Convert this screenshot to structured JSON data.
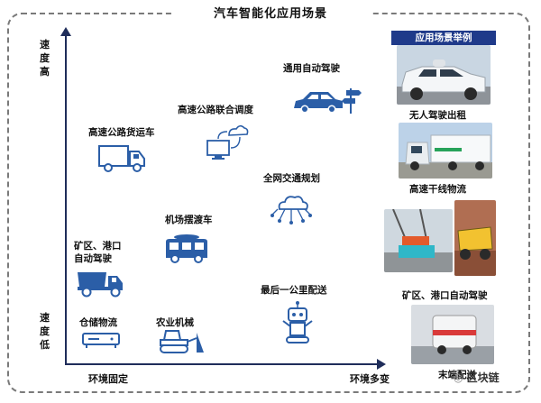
{
  "title": "汽车智能化应用场景",
  "axes": {
    "y_high": "速度高",
    "y_low": "速度低",
    "x_low": "环境固定",
    "x_high": "环境多变"
  },
  "scenarios": {
    "general_autonomous": "通用自动驾驶",
    "highway_coordination": "高速公路联合调度",
    "highway_freight": "高速公路货运车",
    "network_traffic": "全网交通规划",
    "airport_shuttle": "机场摆渡车",
    "mining_port_l1": "矿区、港口",
    "mining_port_l2": "自动驾驶",
    "last_mile": "最后一公里配送",
    "warehouse": "仓储物流",
    "agriculture": "农业机械"
  },
  "examples": {
    "header": "应用场景举例",
    "robotaxi": "无人驾驶出租",
    "trunk_logistics": "高速干线物流",
    "mining_port": "矿区、港口自动驾驶",
    "delivery": "末端配送"
  },
  "watermark": "区块链",
  "colors": {
    "accent": "#1f3a8a",
    "icon_blue": "#2b5ea7"
  }
}
